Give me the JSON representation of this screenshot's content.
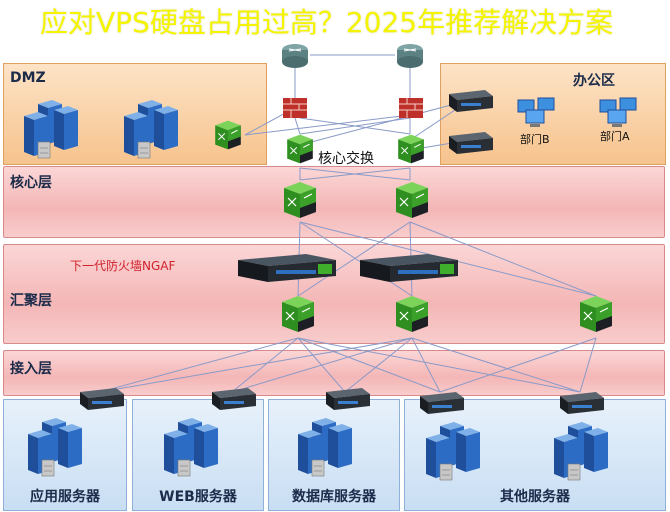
{
  "overlay_title": "应对VPS硬盘占用过高？2025年推荐解决方案",
  "zones": {
    "dmz": "DMZ",
    "office": "办公区",
    "core_exchange": "核心交换",
    "core_layer": "核心层",
    "ngaf": "下一代防火墙NGAF",
    "aggregation_layer": "汇聚层",
    "access_layer": "接入层"
  },
  "departments": [
    "部门B",
    "部门A"
  ],
  "server_groups": [
    "应用服务器",
    "WEB服务器",
    "数据库服务器",
    "其他服务器"
  ],
  "colors": {
    "title": "#f4f400",
    "ngaf_label": "#d0202a",
    "switch_green": "#3fae2a",
    "link": "#8a9ac8"
  }
}
